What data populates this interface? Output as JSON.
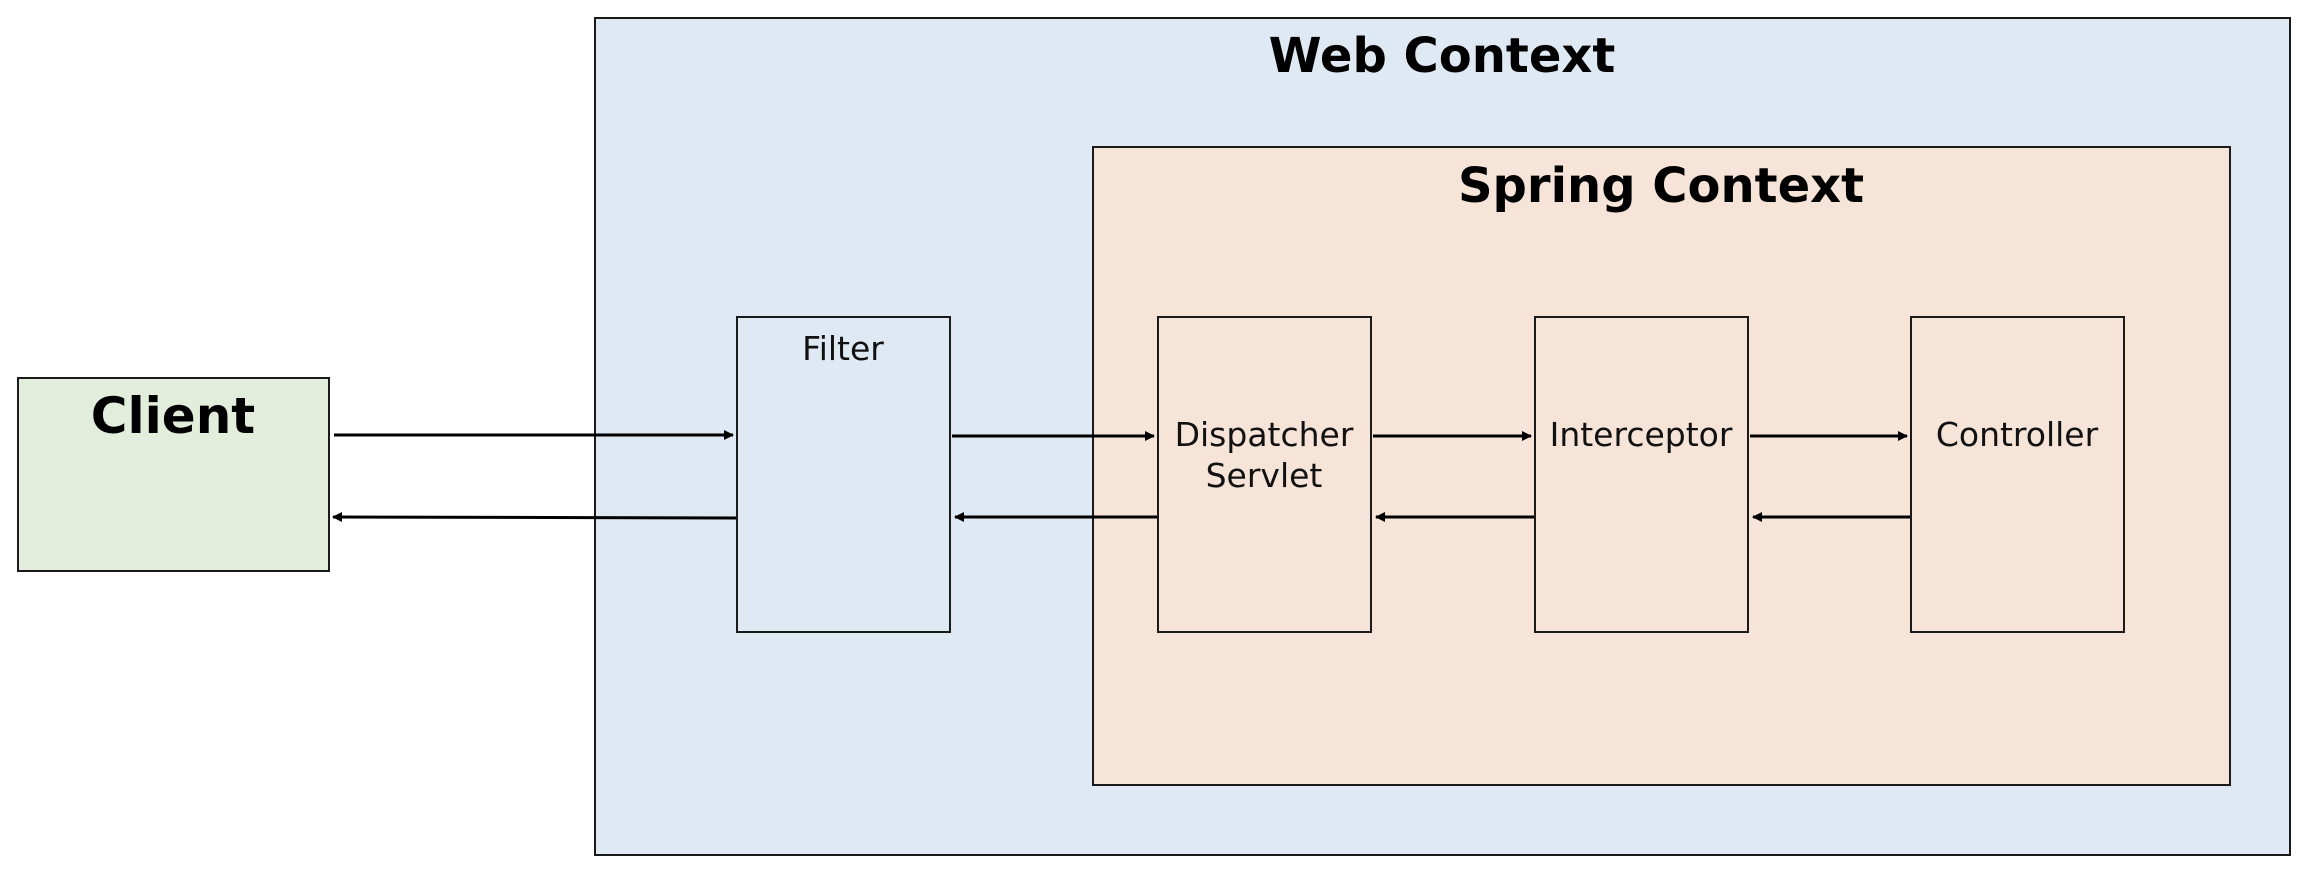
{
  "web_context": {
    "title": "Web Context"
  },
  "spring_context": {
    "title": "Spring Context"
  },
  "client": {
    "title": "Client"
  },
  "filter": {
    "label": "Filter"
  },
  "dispatcher": {
    "line1": "Dispatcher",
    "line2": "Servlet"
  },
  "interceptor": {
    "label": "Interceptor"
  },
  "controller": {
    "label": "Controller"
  }
}
